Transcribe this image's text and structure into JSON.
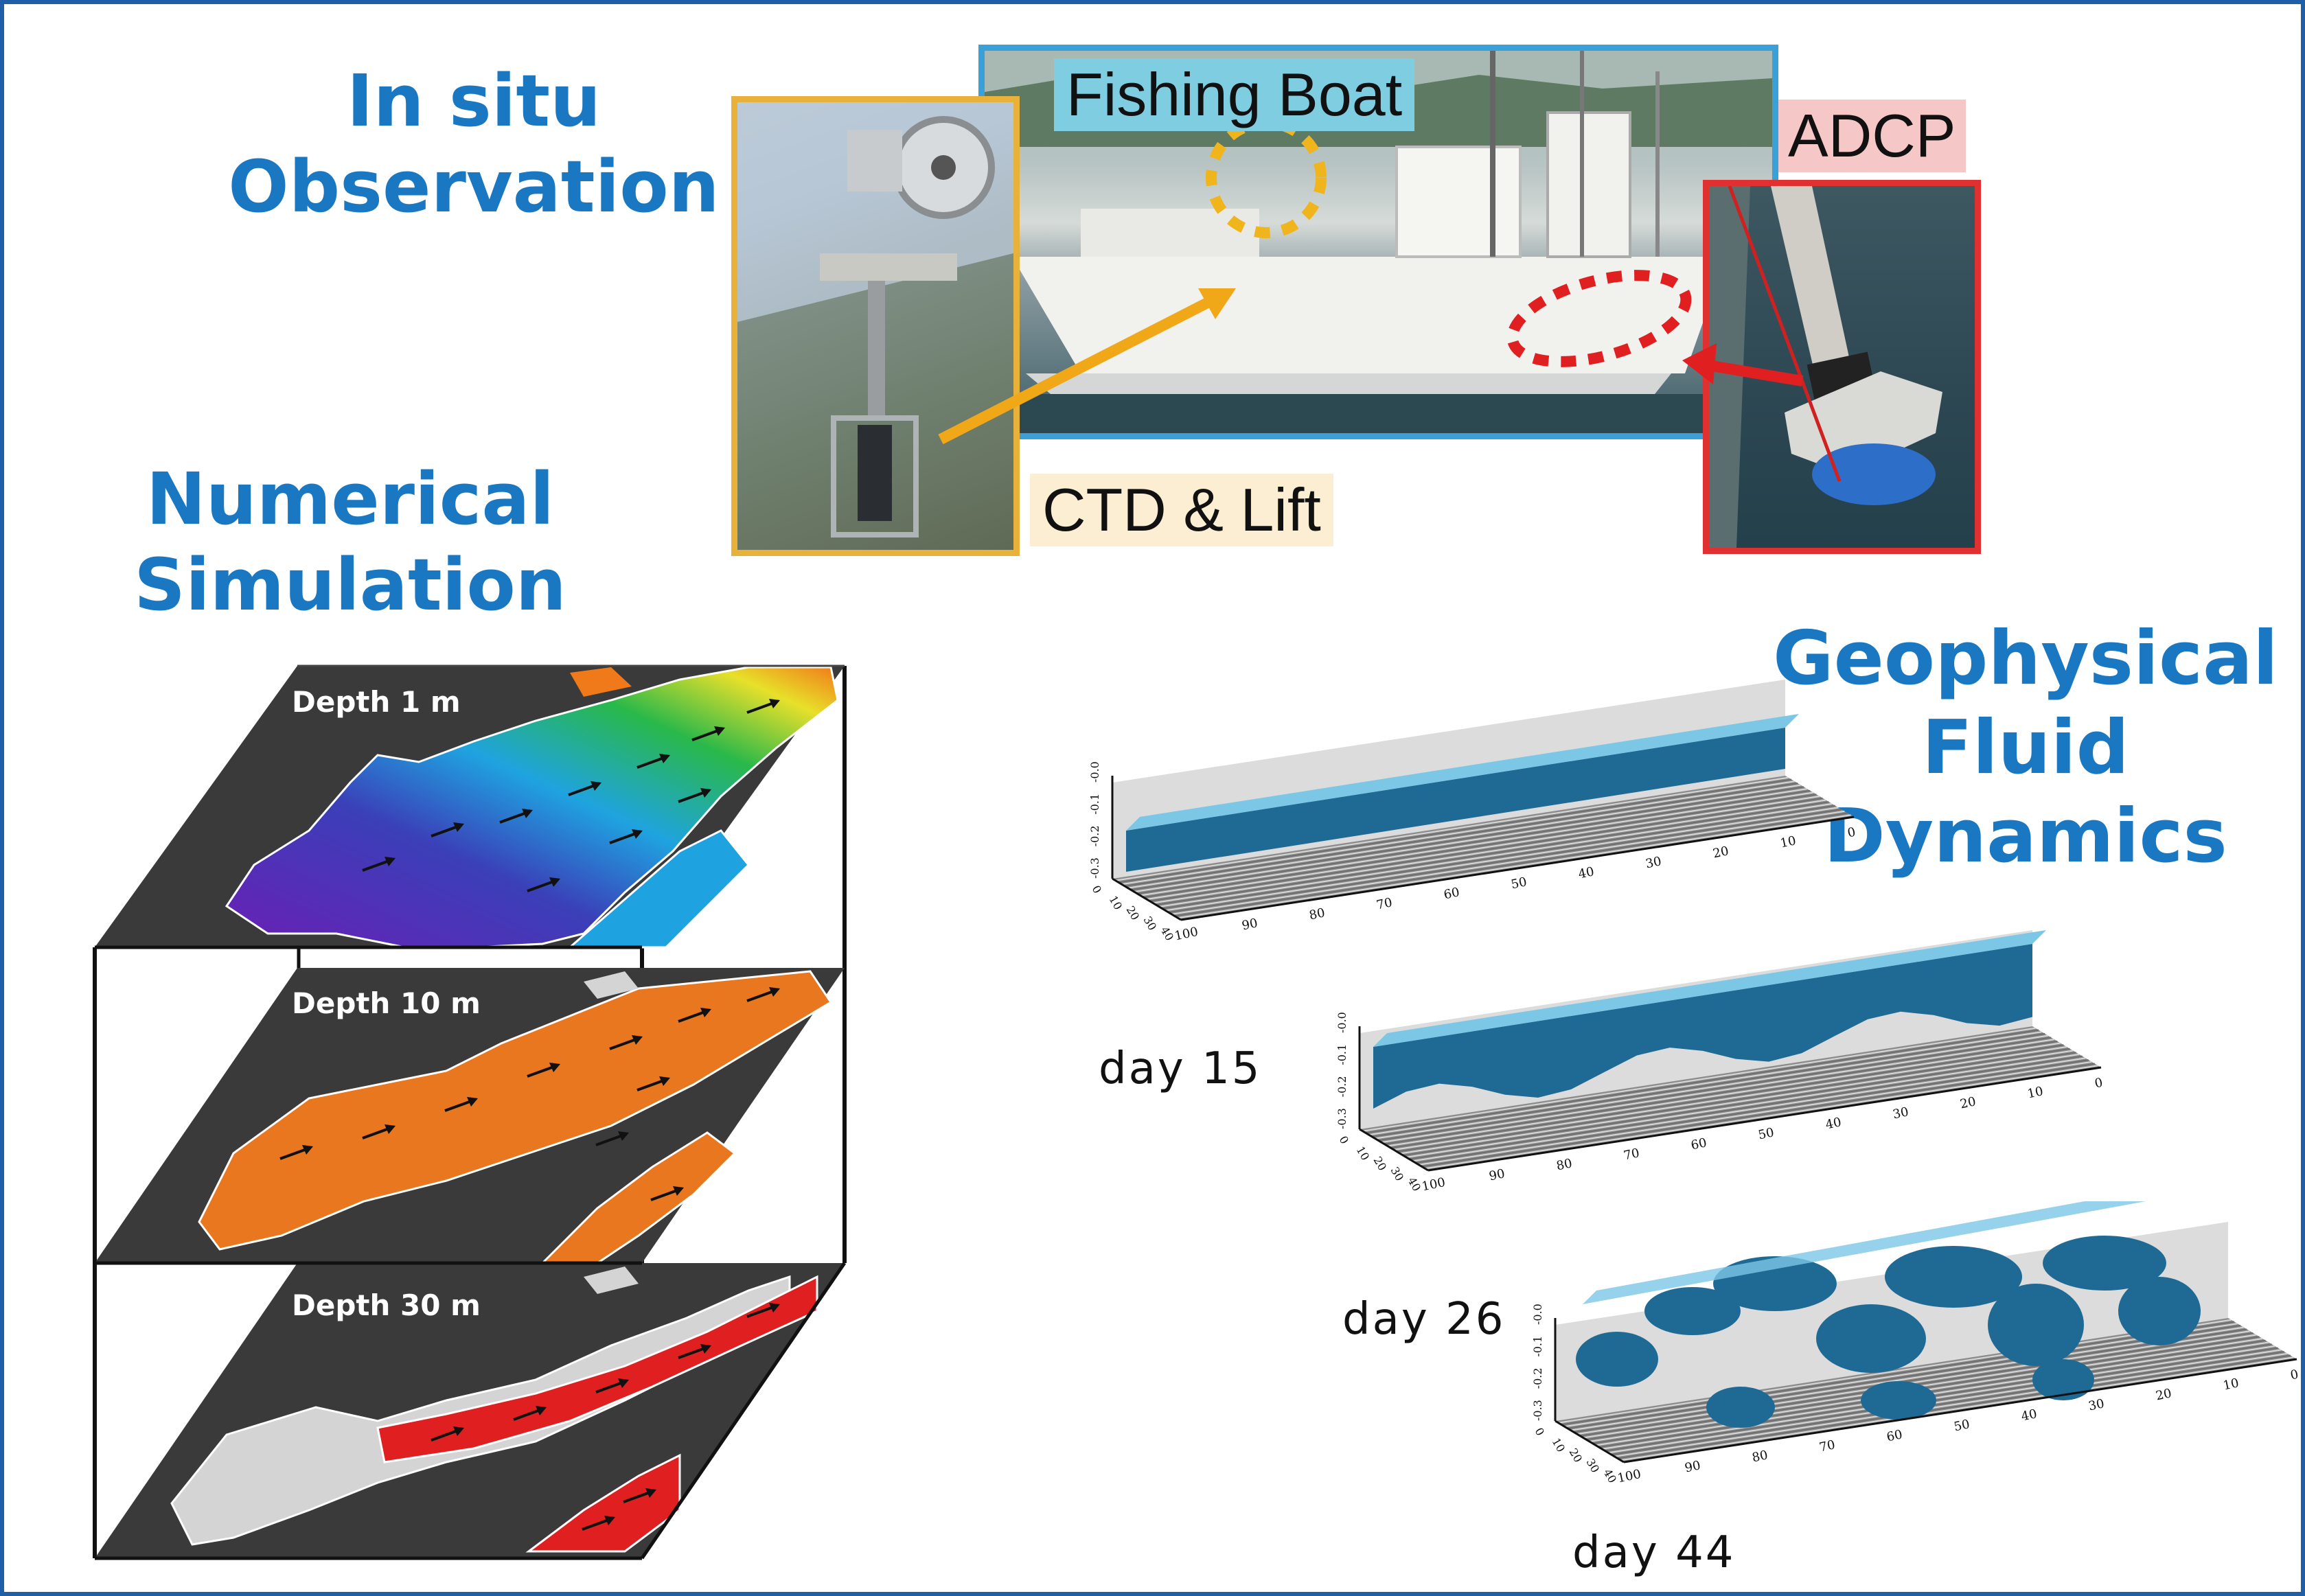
{
  "colors": {
    "frame": "#1f5fa8",
    "heading": "#1a78c2",
    "boat_box": "#3aa0d8",
    "ctd_box": "#e8b23a",
    "adcp_box": "#e03030",
    "fluid_blue": "#1f6a95",
    "sim_orange": "#e8771f",
    "sim_red": "#e02020",
    "sim_gray": "#3a3a3a"
  },
  "headings": {
    "insitu": [
      "In situ",
      "Observation"
    ],
    "numerical": [
      "Numerical",
      "Simulation"
    ],
    "geophysical": [
      "Geophysical",
      "Fluid",
      "Dynamics"
    ]
  },
  "observation": {
    "boat_label": "Fishing Boat",
    "adcp_label": "ADCP",
    "ctd_label": "CTD & Lift"
  },
  "simulation": {
    "layers": [
      {
        "label": "Depth 1 m",
        "fill": "rainbow"
      },
      {
        "label": "Depth 10 m",
        "fill": "orange"
      },
      {
        "label": "Depth 30 m",
        "fill": "red"
      }
    ]
  },
  "fluid": {
    "panels": [
      {
        "day": "day 15",
        "x_ticks": [
          "100",
          "90",
          "80",
          "70",
          "60",
          "50",
          "40",
          "30",
          "20",
          "10",
          "0"
        ],
        "y_ticks": [
          "-0.3",
          "-0.2",
          "-0.1",
          "-0.0"
        ],
        "depth_ticks": [
          "0",
          "10",
          "20",
          "30",
          "40"
        ]
      },
      {
        "day": "day 26",
        "x_ticks": [
          "100",
          "90",
          "80",
          "70",
          "60",
          "50",
          "40",
          "30",
          "20",
          "10",
          "0"
        ],
        "y_ticks": [
          "-0.3",
          "-0.2",
          "-0.1",
          "-0.0"
        ],
        "depth_ticks": [
          "0",
          "10",
          "20",
          "30",
          "40"
        ]
      },
      {
        "day": "day 44",
        "x_ticks": [
          "100",
          "90",
          "80",
          "70",
          "60",
          "50",
          "40",
          "30",
          "20",
          "10",
          "0"
        ],
        "y_ticks": [
          "-0.3",
          "-0.2",
          "-0.1",
          "-0.0"
        ],
        "depth_ticks": [
          "0",
          "10",
          "20",
          "30",
          "40"
        ]
      }
    ]
  }
}
